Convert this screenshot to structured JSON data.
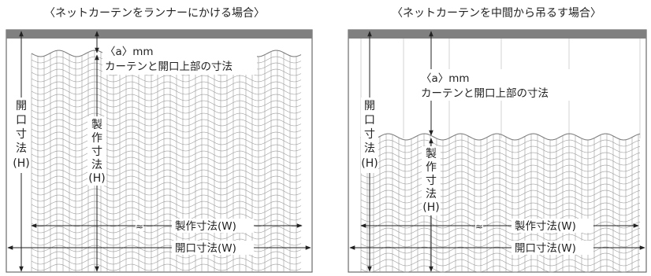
{
  "diagrams": [
    {
      "title": "〈ネットカーテンをランナーにかける場合〉",
      "offset_label": "〈a〉mm",
      "offset_desc": "カーテンと開口上部の寸法",
      "opening_height": [
        "開",
        "口",
        "寸",
        "法",
        "(H)"
      ],
      "product_height": [
        "製",
        "作",
        "寸",
        "法",
        "(H)"
      ],
      "product_width": "製作寸法(W)",
      "opening_width": "開口寸法(W)",
      "break_mark": "≈"
    },
    {
      "title": "〈ネットカーテンを中間から吊るす場合〉",
      "offset_label": "〈a〉mm",
      "offset_desc": "カーテンと開口上部の寸法",
      "opening_height": [
        "開",
        "口",
        "寸",
        "法",
        "(H)"
      ],
      "product_height": [
        "製",
        "作",
        "寸",
        "法",
        "(H)"
      ],
      "product_width": "製作寸法(W)",
      "opening_width": "開口寸法(W)",
      "break_mark": "≈"
    }
  ],
  "colors": {
    "rail": "#808080",
    "frame": "#6b6b6b",
    "mesh": "#9a9a9a",
    "line": "#222222"
  }
}
